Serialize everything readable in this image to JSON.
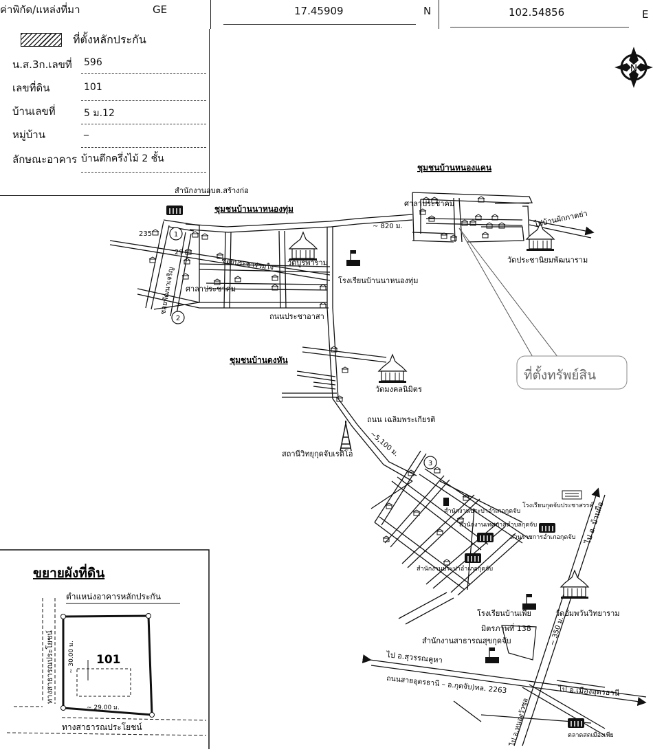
{
  "header": {
    "coord_label": "ค่าพิกัด/แหล่งที่มา",
    "source": "GE",
    "lat": "17.45909",
    "lat_dir": "N",
    "lon": "102.54856",
    "lon_dir": "E"
  },
  "legend": {
    "title": "ที่ตั้งหลักประกัน",
    "rows": [
      {
        "label": "น.ส.3ก.เลขที่",
        "value": "596"
      },
      {
        "label": "เลขที่ดิน",
        "value": "101"
      },
      {
        "label": "บ้านเลขที่",
        "value": "5 ม.12"
      },
      {
        "label": "หมู่บ้าน",
        "value": "_"
      },
      {
        "label": "ลักษณะอาคาร",
        "value": "บ้านตึกครึ่งไม้ 2 ชั้น"
      }
    ]
  },
  "compass": {
    "letter": "N"
  },
  "map": {
    "communities": {
      "nong_khaen": "ชุมชนบ้านหนองแคน",
      "na_nong_thum": "ชุมชนบ้านนาหนองทุ่ม",
      "dong_han": "ชุมชนบ้านดงหัน"
    },
    "places": {
      "sala_top": "ศาลาประชาคม",
      "sala_left": "ศาลาประชาคม",
      "obt_office": "สำนักงานอบต.สร้างก่อ",
      "wat_bupharam": "วัดบูรพาราม",
      "school_na": "โรงเรียนบ้านนาหนองทุ่ม",
      "wat_prachaniyom": "วัดประชานิยมพัฒนาราม",
      "wat_mongkhon": "วัดมงคลนิมิตร",
      "radio": "สถานีวิทยุกุดจับเรดิโอ",
      "school_kudjab": "โรงเรียนกุดจับประชาสรรค์",
      "district_office": "สำนักงานประปาอำเภอกุดจับ",
      "municipality": "สำนักงานเทศบาลตำบลกุดจับ",
      "district_hall": "ส่วนราชการอำเภอกุดจับ",
      "waterworks": "สำนักงานประปาอำเภอกุดจับ",
      "school_phue": "โรงเรียนบ้านเพีย",
      "mittraphap": "มิตรภาพที่ 138",
      "wat_amphawan": "วัดอัมพวันวิทยาราม",
      "health_office": "สำนักงานสาธารณสุขกุดจับ",
      "market": "ตลาดสดเมืองเพีย",
      "target": "ที่ตั้งทรัพย์สิน"
    },
    "roads": {
      "to_phakkadya": "ไปบ้านผักกาดย่า",
      "soi_prachar": "ซอยประชาร่วมใจ",
      "soi_phatthana": "ซอยพัฒนาเจริญ",
      "prachasamakkhi": "ถนนประชาอาสา",
      "chaloem": "ถนน เฉลิมพระเกียรติ",
      "udon_kudjab": "ถนนสายอุดรธานี – อ.กุดจับ)ทล. 2263",
      "to_suwannakhuha": "ไป อ.สุวรรณคูหา",
      "to_muang_udon": "ไป อ.เมืองอุดรธานี",
      "to_ban_phue": "ไป อ. บ้านผือ",
      "to_nong_wua_so": "ไป อ.หนองวัวซอ"
    },
    "distances": {
      "d820": "~ 820 ม.",
      "d5100": "~5,100 ม.",
      "d350": "~ 350 ม."
    },
    "numbers": {
      "n235": "235",
      "n29": "29",
      "m1": "1",
      "m2": "2",
      "m3": "3"
    }
  },
  "inset": {
    "title": "ขยายผังที่ดิน",
    "bldg_label": "ตำแหน่งอาคารหลักประกัน",
    "plot_no": "101",
    "dim_v": "~ 30.00 ม.",
    "dim_h": "~ 29.00 ม.",
    "road_left": "ทางสาธารณประโยชน์",
    "road_bottom": "ทางสาธารณประโยชน์"
  }
}
